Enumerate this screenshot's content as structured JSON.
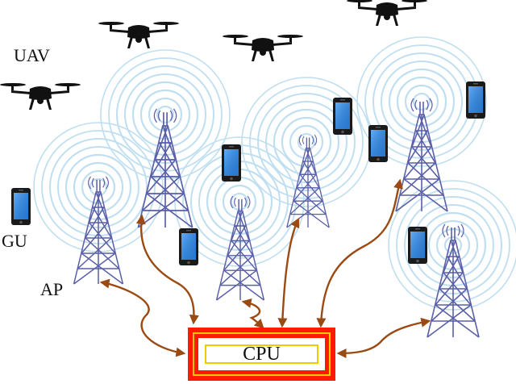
{
  "labels": {
    "uav": "UAV",
    "gu": "GU",
    "ap": "AP",
    "cpu": "CPU"
  },
  "colors": {
    "tower": "#5a5fa8",
    "wave": "#b9dcef",
    "arrow": "#9a4a12",
    "cpu_border": "#ff1a00",
    "cpu_inner_border": "#f2c800",
    "phone_screen": "#2a7fd6",
    "drone": "#111111"
  },
  "icons": [
    "drone-icon",
    "tower-icon",
    "phone-icon",
    "signal-wave-icon",
    "bidirectional-arrow-icon"
  ]
}
